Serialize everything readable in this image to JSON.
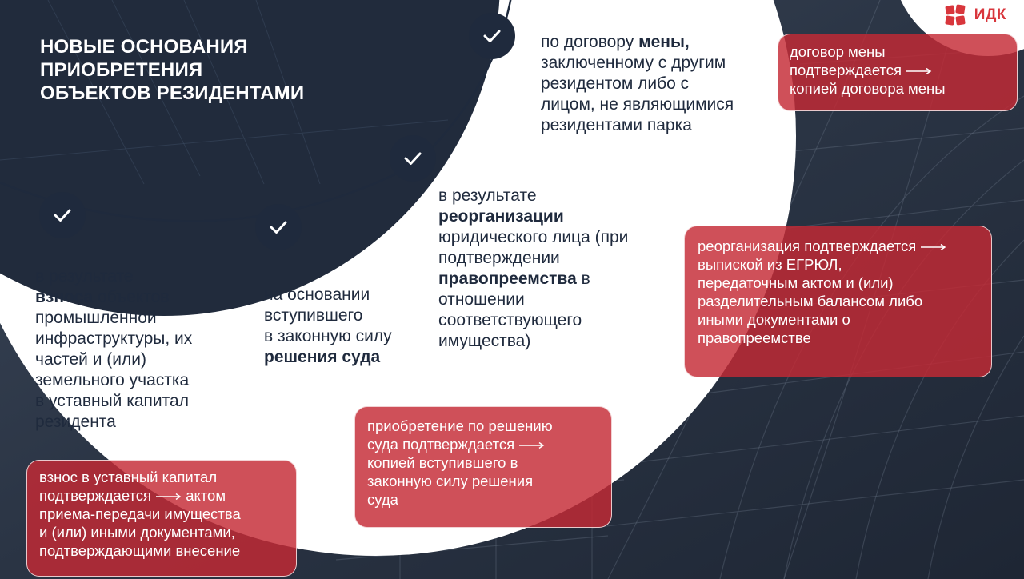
{
  "slide": {
    "title_lines": [
      "НОВЫЕ ОСНОВАНИЯ",
      "ПРИОБРЕТЕНИЯ",
      "ОБЪЕКТОВ РЕЗИДЕНТАМИ"
    ],
    "logo_text": "ИДК"
  },
  "items": {
    "contribution": {
      "pre": "в результате",
      "bold": "взноса",
      "post_lines": [
        "объектов",
        "промышленной",
        "инфраструктуры, их",
        "частей и (или)",
        "земельного участка",
        "в уставный капитал",
        "резидента"
      ]
    },
    "court": {
      "lines": [
        "на основании",
        "вступившего",
        "в законную силу"
      ],
      "bold": "решения суда"
    },
    "reorg": {
      "line1": "в результате",
      "bold1": "реорганизации",
      "line2": "юридического лица (при",
      "line3": "подтверждении",
      "bold2": "правопреемства",
      "after_bold2": "в",
      "line4": "отношении",
      "line5": "соответствующего",
      "line6": "имущества)"
    },
    "exchange": {
      "pre": "по договору",
      "bold": "мены,",
      "lines": [
        "заключенному с другим",
        "резидентом либо с",
        "лицом, не являющимися",
        "резидентами парка"
      ]
    }
  },
  "boxes": {
    "exchange": {
      "l1": "договор мены",
      "l2": "подтверждается",
      "l3": "копией договора мены"
    },
    "reorg": {
      "l1": "реорганизация подтверждается",
      "lines": [
        "выпиской из ЕГРЮЛ,",
        "передаточным актом и (или)",
        "разделительным балансом либо",
        "иными документами о",
        "правопреемстве"
      ]
    },
    "court": {
      "l1": "приобретение по решению",
      "l2": "суда подтверждается",
      "lines": [
        "копией вступившего в",
        "законную силу решения",
        "суда"
      ]
    },
    "contribution": {
      "l1": "взнос в уставный капитал",
      "l2a": "подтверждается",
      "l2b": "актом",
      "lines": [
        "приема-передачи имущества",
        "и (или) иными документами,",
        "подтверждающими внесение"
      ]
    }
  },
  "colors": {
    "accent": "#c42a34",
    "dark": "#1f2a3d",
    "light": "#ffffff"
  }
}
